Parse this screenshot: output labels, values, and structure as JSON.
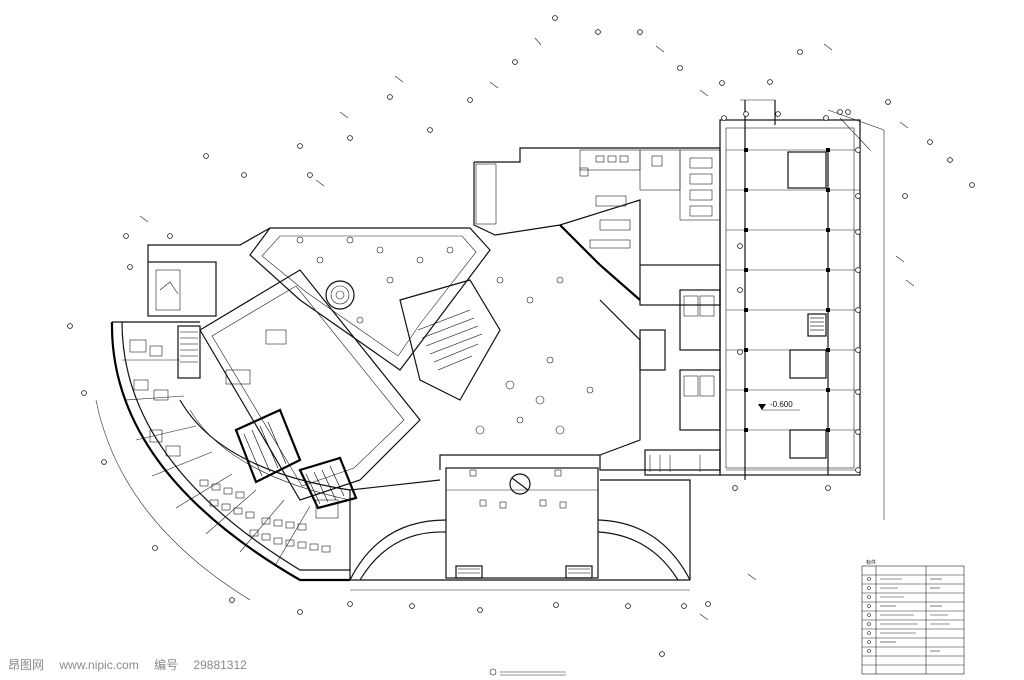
{
  "drawing": {
    "level_marks": [
      "-0.600"
    ],
    "legend": {
      "title": "标件",
      "rows": 12
    },
    "watermark": {
      "site": "昂图网",
      "url": "www.nipic.com",
      "id_label": "编号",
      "id": "29881312"
    }
  },
  "colors": {
    "ink": "#111111",
    "paper": "#ffffff",
    "watermark": "#8a8a8a"
  }
}
